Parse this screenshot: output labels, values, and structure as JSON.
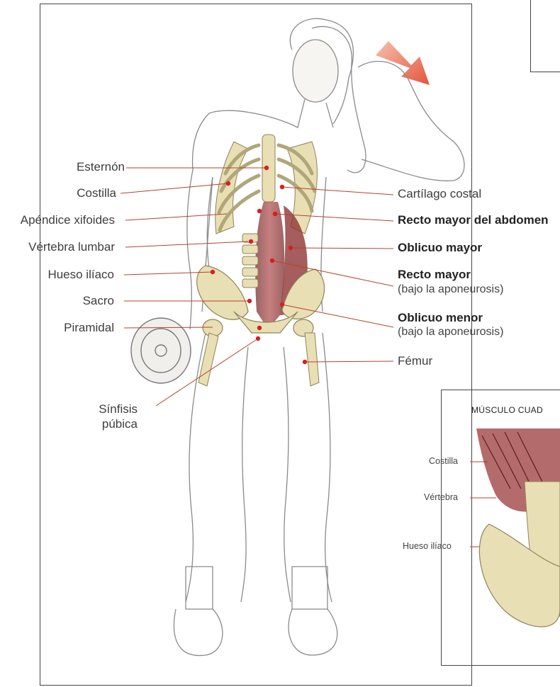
{
  "labels_left": [
    {
      "id": "esternon",
      "text": "Esternón"
    },
    {
      "id": "costilla",
      "text": "Costilla"
    },
    {
      "id": "apendice",
      "text": "Apéndice xifoides"
    },
    {
      "id": "vertebra",
      "text": "Vértebra lumbar"
    },
    {
      "id": "hueso",
      "text": "Hueso ilíaco"
    },
    {
      "id": "sacro",
      "text": "Sacro"
    },
    {
      "id": "piramidal",
      "text": "Piramidal"
    }
  ],
  "sinfisis": [
    "Sínfisis",
    "púbica"
  ],
  "labels_right": {
    "cartilago": "Cartílago costal",
    "recto_mayor_abdomen": "Recto mayor del abdomen",
    "oblicuo_mayor": "Oblicuo mayor",
    "recto_mayor": "Recto mayor",
    "recto_mayor_note": "(bajo la aponeurosis)",
    "oblicuo_menor": "Oblicuo menor",
    "oblicuo_menor_note": "(bajo la aponeurosis)",
    "femur": "Fémur"
  },
  "inset": {
    "title": "MÚSCULO CUAD",
    "labels": [
      "Costilla",
      "Vértebra",
      "Hueso ilíaco"
    ]
  },
  "colors": {
    "leader_line": "#b5432a",
    "muscle": "#9b3a3a",
    "bone": "#e8dfb4",
    "arrow": "#e0432a"
  }
}
